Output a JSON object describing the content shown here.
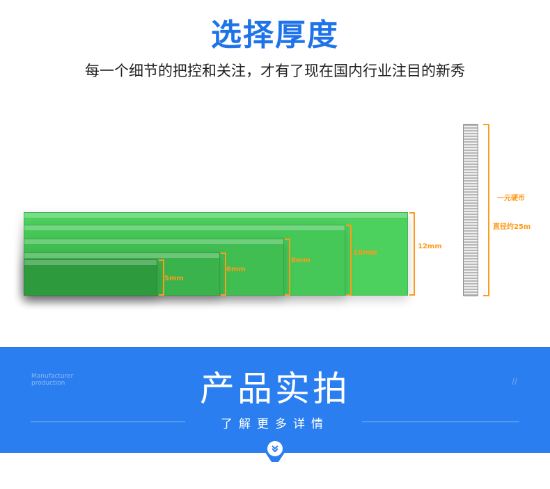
{
  "header": {
    "title": "选择厚度",
    "subtitle": "每一个细节的把控和关注，才有了现在国内行业注目的新秀"
  },
  "illustration": {
    "thickness_labels": [
      "5mm",
      "6mm",
      "8mm",
      "10mm",
      "12mm"
    ],
    "coin_label_line1": "一元硬币",
    "coin_label_line2": "直径约25m"
  },
  "banner": {
    "english_line1": "Manufacturer",
    "english_line2": "production",
    "title": "产品实拍",
    "more_text": "了解更多详情",
    "decor": "//"
  },
  "colors": {
    "accent_blue": "#1e73ea",
    "banner_blue": "#2a7ef0",
    "dimension_orange": "#ff9a1a",
    "board_green": "#3dbf4f"
  },
  "icons": {
    "scroll_down": "double-chevron-down-icon"
  }
}
